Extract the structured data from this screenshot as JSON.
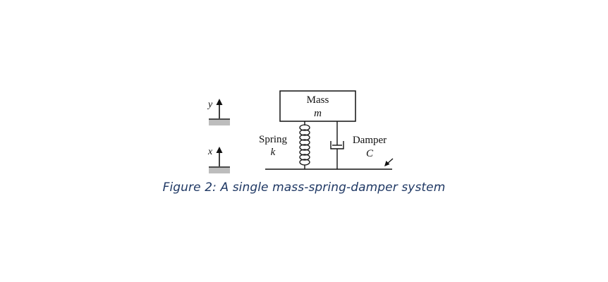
{
  "diagram": {
    "mass_label": "Mass",
    "mass_symbol": "m",
    "spring_label": "Spring",
    "spring_symbol": "k",
    "damper_label": "Damper",
    "damper_symbol": "C",
    "y_label": "y",
    "x_label": "x"
  },
  "caption": "Figure 2: A single mass-spring-damper system",
  "colors": {
    "line": "#111111",
    "ground_fill": "#bdbdbd",
    "caption": "#1f3864"
  }
}
